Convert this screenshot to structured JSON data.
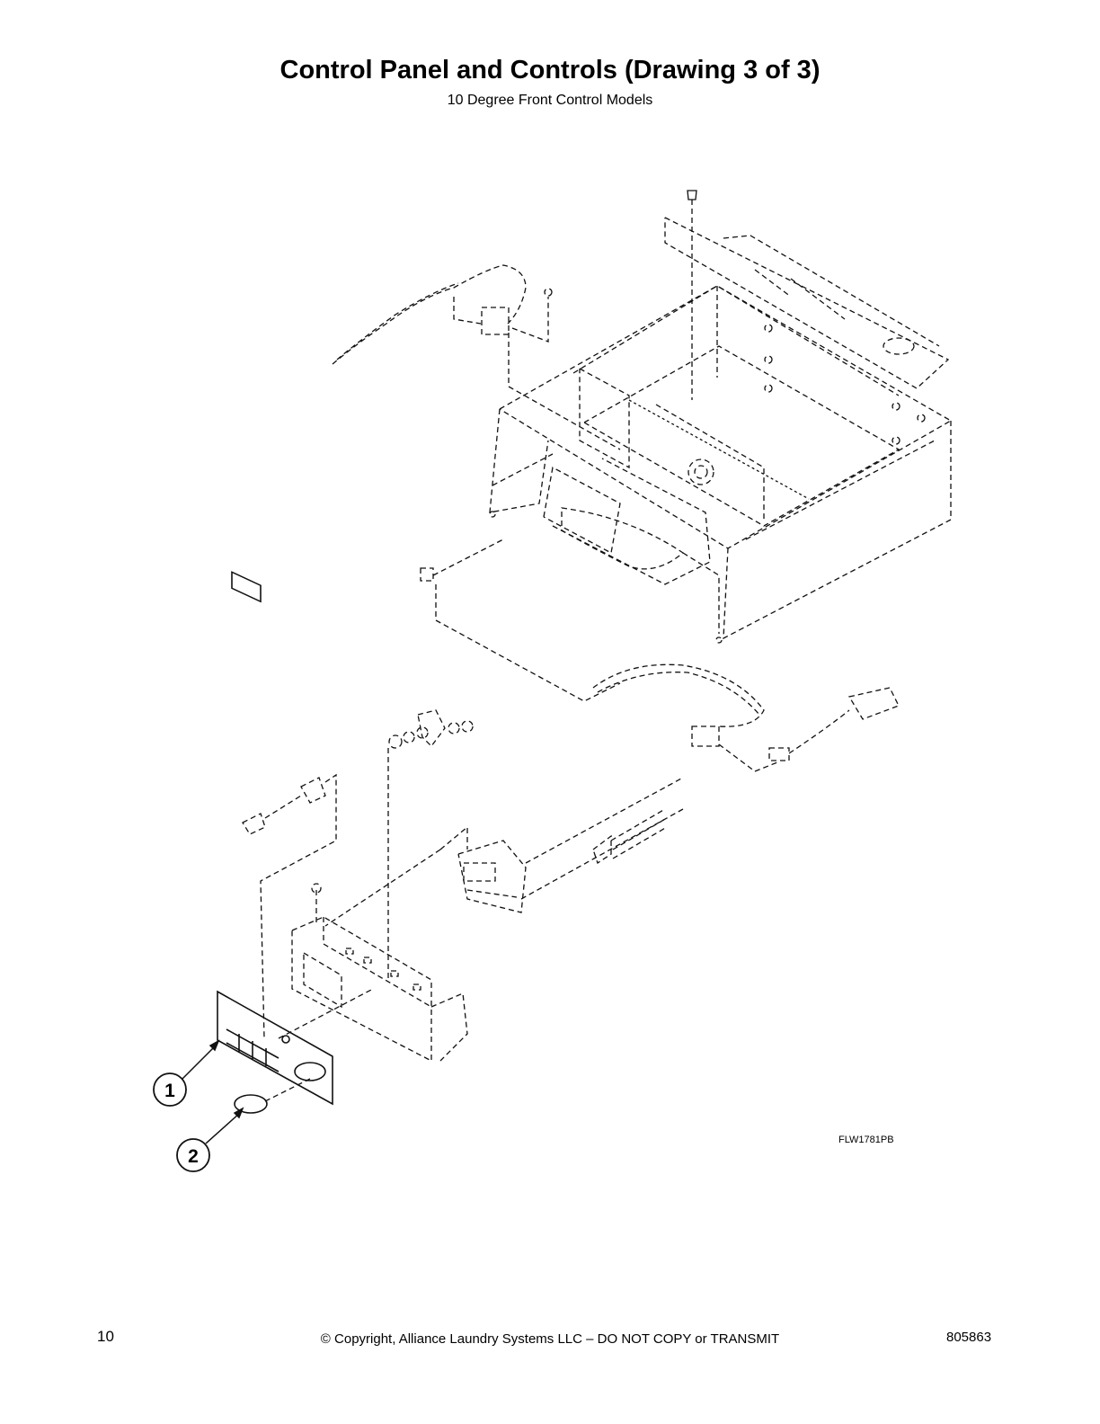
{
  "header": {
    "title": "Control Panel and Controls (Drawing 3 of 3)",
    "subtitle": "10 Degree Front Control Models"
  },
  "drawing": {
    "callouts": [
      {
        "number": "1"
      },
      {
        "number": "2"
      }
    ],
    "drawing_code": "FLW1781PB",
    "line_style": "dashed"
  },
  "footer": {
    "page_number": "10",
    "copyright": "© Copyright, Alliance Laundry Systems LLC – DO NOT COPY or TRANSMIT",
    "doc_number": "805863"
  }
}
